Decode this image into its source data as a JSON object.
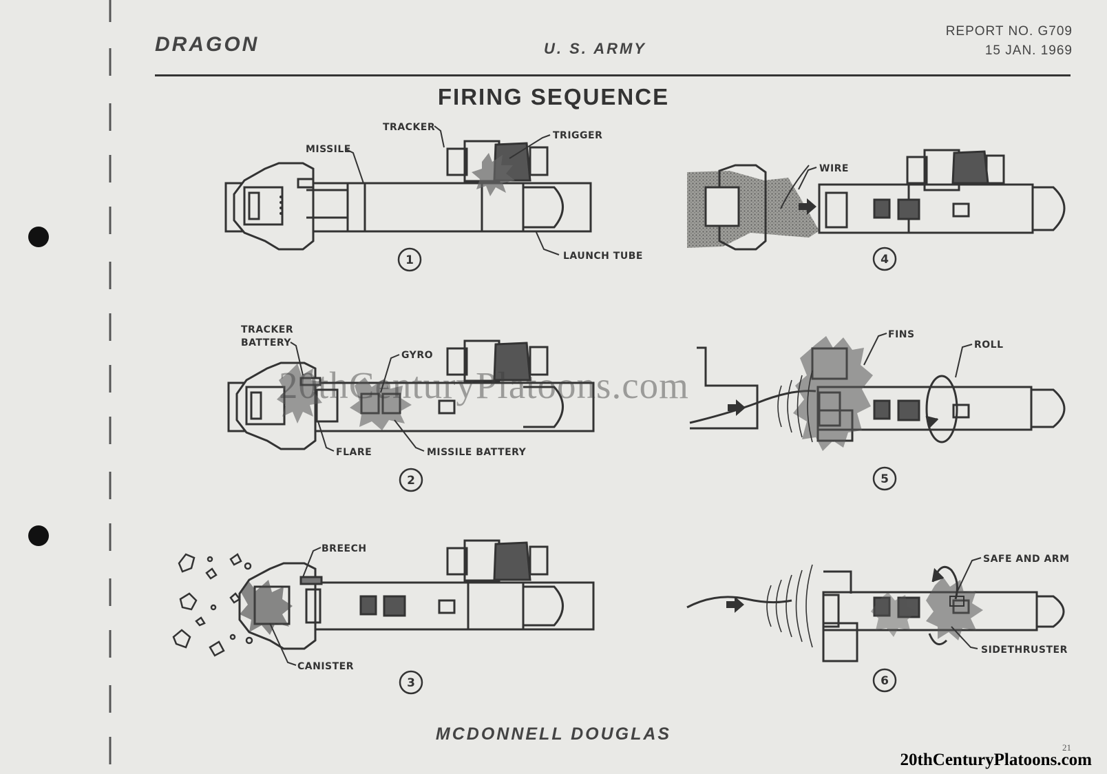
{
  "header": {
    "left": "DRAGON",
    "center": "U. S. ARMY",
    "report_no": "REPORT NO. G709",
    "date": "15 JAN. 1969"
  },
  "title": "FIRING SEQUENCE",
  "footer": "MCDONNELL DOUGLAS",
  "page_number": "21",
  "watermarks": {
    "center": "20thCenturyPlatoons.com",
    "bottom": "20thCenturyPlatoons.com"
  },
  "steps": {
    "s1": {
      "number": "1",
      "labels": {
        "tracker": "TRACKER",
        "missile": "MISSILE",
        "trigger": "TRIGGER",
        "launch_tube": "LAUNCH TUBE"
      }
    },
    "s2": {
      "number": "2",
      "labels": {
        "tracker": "TRACKER",
        "battery": "BATTERY",
        "gyro": "GYRO",
        "flare": "FLARE",
        "missile_battery": "MISSILE BATTERY"
      }
    },
    "s3": {
      "number": "3",
      "labels": {
        "breech": "BREECH",
        "canister": "CANISTER"
      }
    },
    "s4": {
      "number": "4",
      "labels": {
        "wire": "WIRE"
      }
    },
    "s5": {
      "number": "5",
      "labels": {
        "fins": "FINS",
        "roll": "ROLL"
      }
    },
    "s6": {
      "number": "6",
      "labels": {
        "safe_and_arm": "SAFE AND ARM",
        "side_thruster": "SIDETHRUSTER"
      }
    }
  }
}
